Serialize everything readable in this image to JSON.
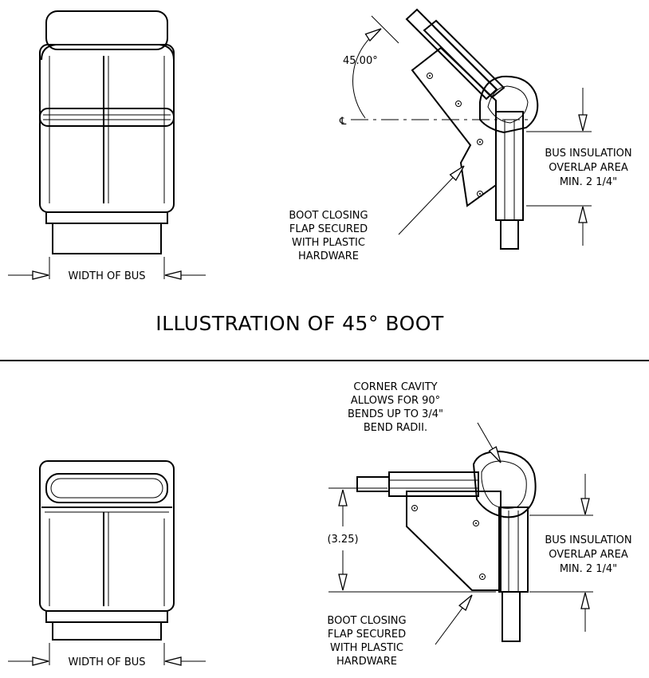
{
  "top": {
    "angle_label": "45.00°",
    "centerline_symbol": "℄",
    "width_label": "WIDTH OF BUS",
    "overlap_label": [
      "BUS INSULATION",
      "OVERLAP AREA",
      "MIN. 2 1/4\""
    ],
    "flap_label": [
      "BOOT CLOSING",
      "FLAP SECURED",
      "WITH PLASTIC",
      "HARDWARE"
    ]
  },
  "title": "ILLUSTRATION OF 45° BOOT",
  "bottom": {
    "corner_label": [
      "CORNER CAVITY",
      "ALLOWS FOR 90°",
      "BENDS UP TO 3/4\"",
      "BEND RADII."
    ],
    "dimension_label": "(3.25)",
    "width_label": "WIDTH OF BUS",
    "overlap_label": [
      "BUS INSULATION",
      "OVERLAP AREA",
      "MIN. 2 1/4\""
    ],
    "flap_label": [
      "BOOT CLOSING",
      "FLAP SECURED",
      "WITH PLASTIC",
      "HARDWARE"
    ]
  }
}
